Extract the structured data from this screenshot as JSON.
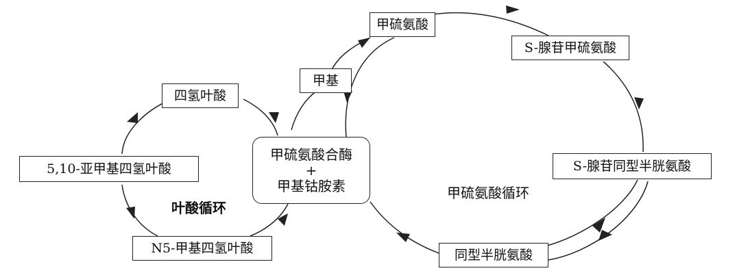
{
  "diagram": {
    "nodes": {
      "methionine": "甲硫氨酸",
      "sam": "S-腺苷甲硫氨酸",
      "sah": "S-腺苷同型半胱氨酸",
      "homocysteine": "同型半胱氨酸",
      "methyl": "甲基",
      "thf": "四氢叶酸",
      "methylene_thf": "5,10-亚甲基四氢叶酸",
      "n5_methyl_thf": "N5-甲基四氢叶酸",
      "enzyme_line1": "甲硫氨酸合酶",
      "enzyme_plus": "+",
      "enzyme_line2": "甲基钴胺素"
    },
    "labels": {
      "folate_cycle": "叶酸循环",
      "methionine_cycle": "甲硫氨酸循环"
    },
    "colors": {
      "stroke": "#222222",
      "text": "#111111",
      "background": "#ffffff"
    }
  }
}
